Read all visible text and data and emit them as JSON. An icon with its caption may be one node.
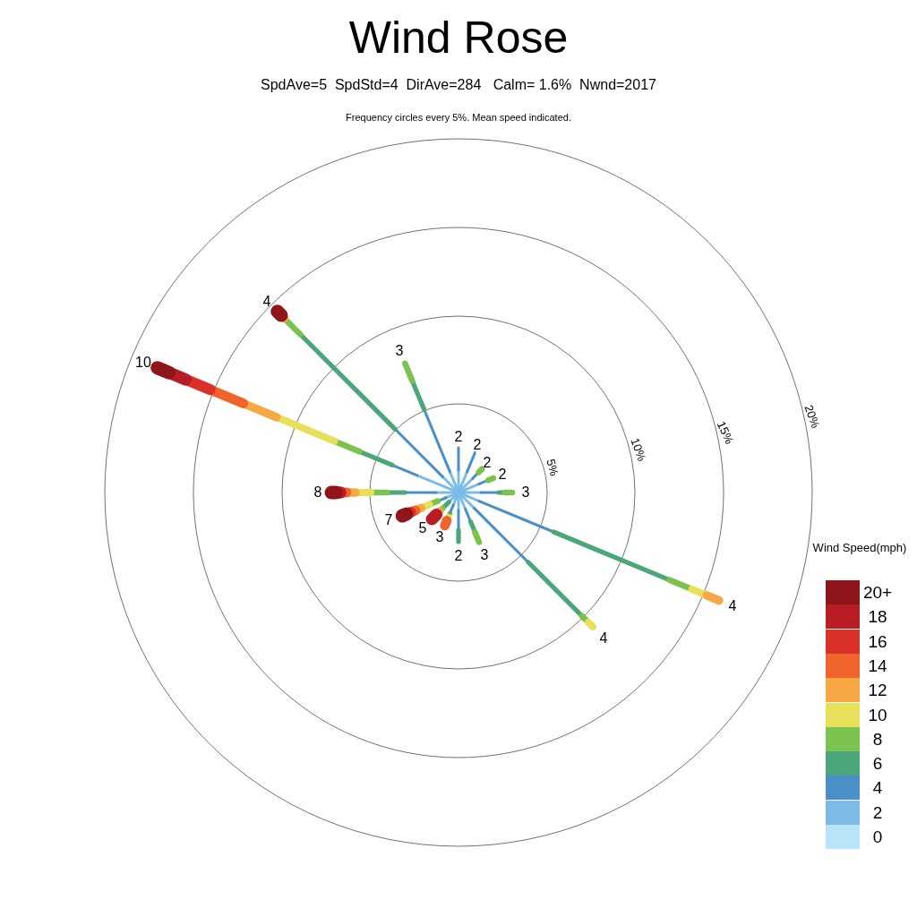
{
  "diagram": {
    "title": "Wind Rose",
    "labels": [
      "SpdAve=5  SpdStd=4  DirAve=284   Calm= 1.6%  Nwnd=2017",
      "Frequency circles every 5%. Mean speed indicated.",
      "4",
      "3",
      "10",
      "20%",
      "15%",
      "2",
      "2",
      "10%",
      "2",
      "5%",
      "2",
      "8",
      "3",
      "7",
      "5",
      "3",
      "Wind Speed(mph)",
      "2",
      "3",
      "4",
      "4"
    ],
    "legend": [
      {
        "text": "20+",
        "color": "#8e1519"
      },
      {
        "text": "18",
        "color": "#b81c24"
      },
      {
        "text": "16",
        "color": "#da3228"
      },
      {
        "text": "14",
        "color": "#f0632a"
      },
      {
        "text": "12",
        "color": "#f7a845"
      },
      {
        "text": "10",
        "color": "#e6e05a"
      },
      {
        "text": "8",
        "color": "#7cc24e"
      },
      {
        "text": "6",
        "color": "#4aa77a"
      },
      {
        "text": "4",
        "color": "#4a8fc8"
      },
      {
        "text": "2",
        "color": "#7cbbe6"
      },
      {
        "text": "0",
        "color": "#b7e4f8"
      }
    ]
  }
}
